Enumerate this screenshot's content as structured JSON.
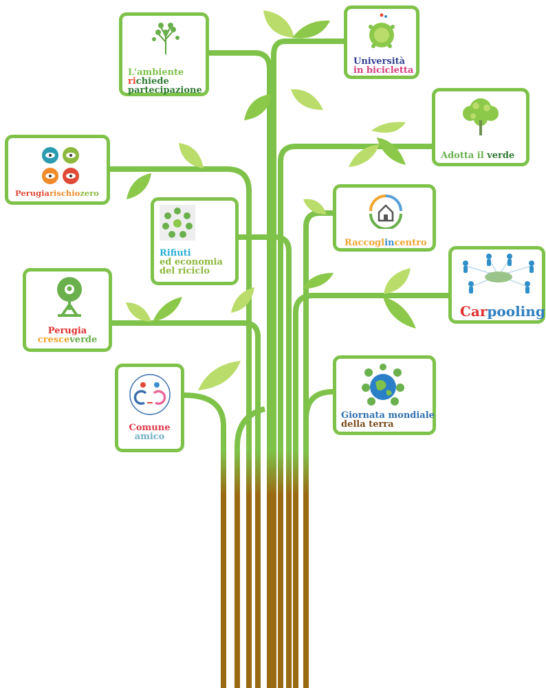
{
  "colors": {
    "stem": "#7ec24a",
    "trunk": "#9a6a12",
    "leaf_light": "#b9dc6a",
    "leaf_dark": "#74b83e"
  },
  "cards": {
    "ambiente": {
      "line1": "L'ambiente",
      "line2a": "ri",
      "line2b": "chiede",
      "line3": "partecipazione",
      "icon": "circuit-tree-icon"
    },
    "universita": {
      "line1": "Università",
      "line2": "in bicicletta",
      "icon": "green-globe-icon"
    },
    "adotta": {
      "part1": "Adotta il",
      "part2": "verde",
      "icon": "tree-icon"
    },
    "rischiozero": {
      "part1": "Perugia",
      "part2": "rischio",
      "part3": "zero",
      "icon": "eye-icons"
    },
    "rifiuti": {
      "line1": "Rifiuti",
      "line2": "ed economia",
      "line3": "del riciclo",
      "icon": "recycle-circle-icon"
    },
    "raccogli": {
      "part1": "Raccogl",
      "part2": "in",
      "part3": "centro",
      "icon": "house-recycle-icon"
    },
    "carpooling": {
      "part1": "Car",
      "part2": "pooling",
      "icon": "people-car-network-icon"
    },
    "cresceverde": {
      "line1": "Perugia",
      "line2a": "cresce",
      "line2b": "verde",
      "icon": "tree-person-icon"
    },
    "comune": {
      "line1": "Comune",
      "line2": "amico",
      "icon": "people-circle-icon"
    },
    "giornata": {
      "line1": "Giornata mondiale",
      "line2": "della terra",
      "icon": "earth-icons-icon"
    }
  }
}
